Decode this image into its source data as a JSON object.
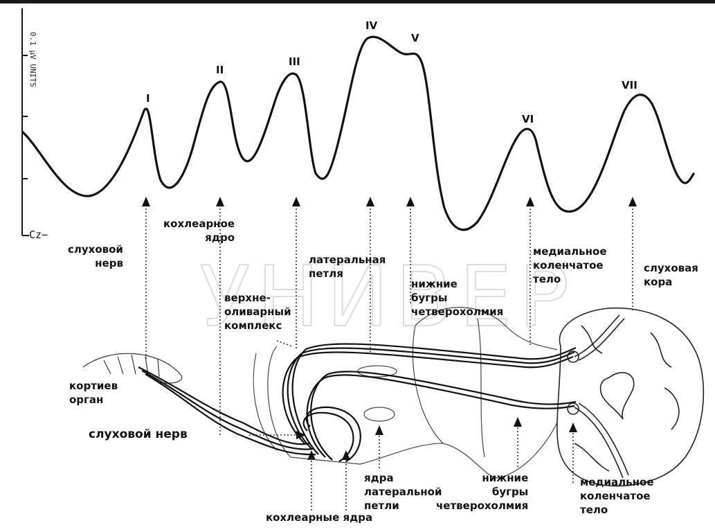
{
  "waveform": {
    "peaks": [
      "I",
      "II",
      "III",
      "IV",
      "V",
      "VI",
      "VII"
    ],
    "axis_units": "0.1  μV  UNITS",
    "electrode": "Cz−"
  },
  "labels": {
    "auditory_nerve_top": "слуховой\nнерв",
    "cochlear_nucleus": "кохлеарное\nядро",
    "lateral_lemniscus": "латеральная\nпетля",
    "superior_olivary": "верхне-\nоливарный\nкомплекс",
    "inferior_colliculi_top": "нижние\nбугры\nчетверохолмия",
    "medial_geniculate_top": "медиальное\nколенчатое\nтело",
    "auditory_cortex": "слуховая\nкора",
    "organ_of_corti": "кортиев\nорган",
    "auditory_nerve_bottom": "слуховой нерв",
    "nuclei_lateral_lemniscus": "ядра\nлатеральной\nпетли",
    "inferior_colliculi_bottom": "нижние\nбугры\nчетверохолмия",
    "medial_geniculate_bottom": "медиальное\nколенчатое\nтело",
    "cochlear_nuclei": "кохлеарные ядра"
  },
  "watermark": "УНИВЕР"
}
